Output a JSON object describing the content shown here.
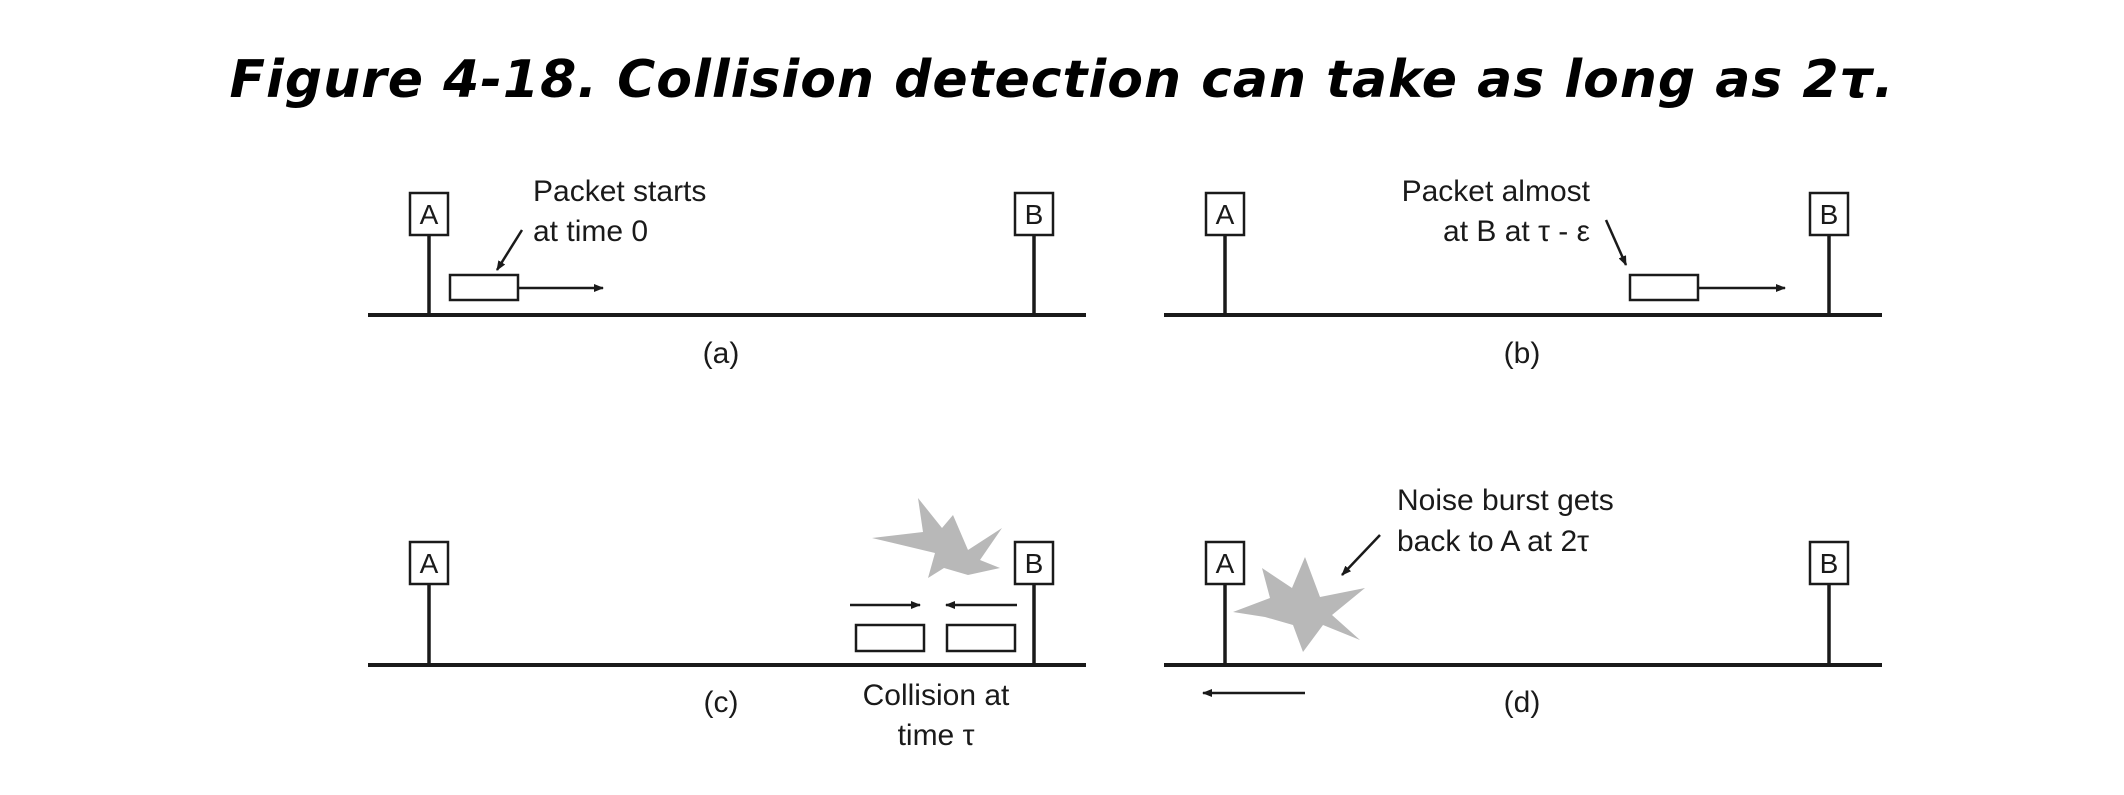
{
  "title": "Figure 4-18. Collision detection can take as long as 2τ.",
  "panels": {
    "a": {
      "caption": "(a)",
      "node_left": "A",
      "node_right": "B",
      "annotation_line1": "Packet starts",
      "annotation_line2": "at time 0"
    },
    "b": {
      "caption": "(b)",
      "node_left": "A",
      "node_right": "B",
      "annotation_line1": "Packet almost",
      "annotation_line2": "at B at τ - ε"
    },
    "c": {
      "caption": "(c)",
      "node_left": "A",
      "node_right": "B",
      "annotation_line1": "Collision at",
      "annotation_line2": "time τ"
    },
    "d": {
      "caption": "(d)",
      "node_left": "A",
      "node_right": "B",
      "annotation_line1": "Noise burst gets",
      "annotation_line2": "back to A  at 2τ"
    }
  },
  "colors": {
    "line": "#1a1a1a",
    "burst": "#b8b8b8"
  }
}
